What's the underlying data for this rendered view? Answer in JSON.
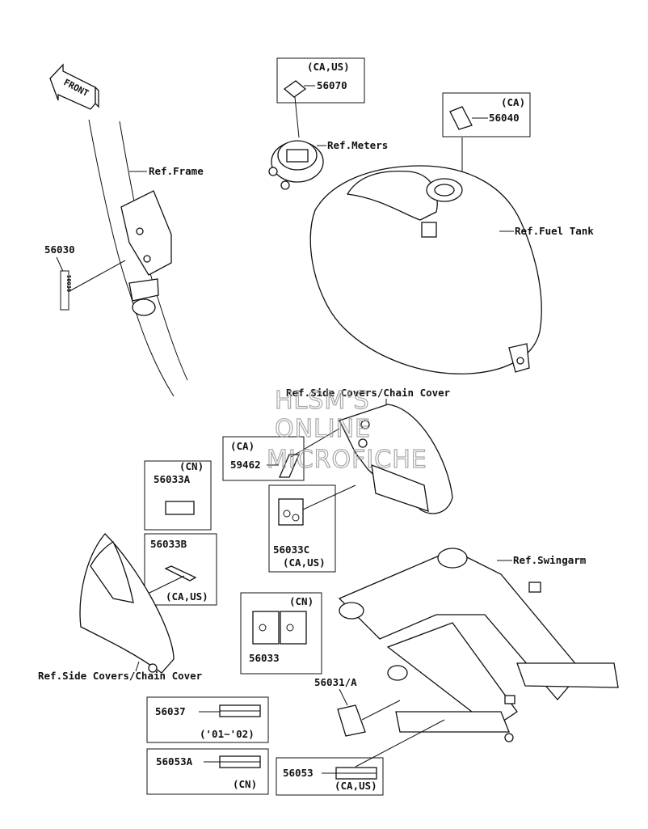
{
  "front_arrow": "FRONT",
  "watermark": [
    "HLSM'S",
    "ONLINE",
    "MICROFICHE"
  ],
  "refs": {
    "frame": "Ref.Frame",
    "meters": "Ref.Meters",
    "fuel_tank": "Ref.Fuel Tank",
    "side_covers_top": "Ref.Side Covers/Chain Cover",
    "side_covers_bottom": "Ref.Side Covers/Chain Cover",
    "swingarm": "Ref.Swingarm"
  },
  "parts": {
    "p56070": {
      "number": "56070",
      "region": "(CA,US)"
    },
    "p56040": {
      "number": "56040",
      "region": "(CA)"
    },
    "p56030": {
      "number": "56030"
    },
    "p59462": {
      "number": "59462",
      "region": "(CA)"
    },
    "p56033A": {
      "number": "56033A",
      "region": "(CN)"
    },
    "p56033B": {
      "number": "56033B",
      "region": "(CA,US)"
    },
    "p56033C": {
      "number": "56033C",
      "region": "(CA,US)"
    },
    "p56033": {
      "number": "56033",
      "region": "(CN)"
    },
    "p56031A": {
      "number": "56031/A"
    },
    "p56037": {
      "number": "56037",
      "region": "('01~'02)"
    },
    "p56053A": {
      "number": "56053A",
      "region": "(CN)"
    },
    "p56053": {
      "number": "56053",
      "region": "(CA,US)"
    }
  }
}
